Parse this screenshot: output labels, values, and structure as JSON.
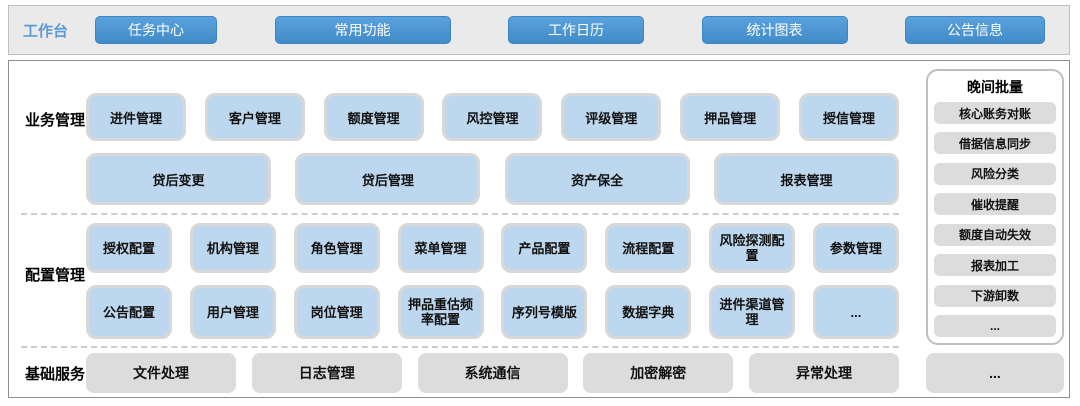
{
  "colors": {
    "accent_blue": "#4D96D2",
    "module_blue": "#BDD7EE",
    "module_gray": "#DCDCDC",
    "workbench_label_blue": "#5B9BD5"
  },
  "topbar": {
    "label": "工作台",
    "buttons": [
      "任务中心",
      "常用功能",
      "工作日历",
      "统计图表",
      "公告信息"
    ]
  },
  "sections": {
    "business": {
      "label": "业务管理",
      "row1": [
        "进件管理",
        "客户管理",
        "额度管理",
        "风控管理",
        "评级管理",
        "押品管理",
        "授信管理"
      ],
      "row2": [
        "贷后变更",
        "贷后管理",
        "资产保全",
        "报表管理"
      ]
    },
    "config": {
      "label": "配置管理",
      "row1": [
        "授权配置",
        "机构管理",
        "角色管理",
        "菜单管理",
        "产品配置",
        "流程配置",
        "风险探测配置",
        "参数管理"
      ],
      "row2": [
        "公告配置",
        "用户管理",
        "岗位管理",
        "押品重估频率配置",
        "序列号模版",
        "数据字典",
        "进件渠道管理",
        "..."
      ]
    },
    "base": {
      "label": "基础服务",
      "items": [
        "文件处理",
        "日志管理",
        "系统通信",
        "加密解密",
        "异常处理"
      ],
      "more": "..."
    },
    "batch": {
      "title": "晚间批量",
      "items": [
        "核心账务对账",
        "借据信息同步",
        "风险分类",
        "催收提醒",
        "额度自动失效",
        "报表加工",
        "下游卸数",
        "..."
      ]
    }
  }
}
